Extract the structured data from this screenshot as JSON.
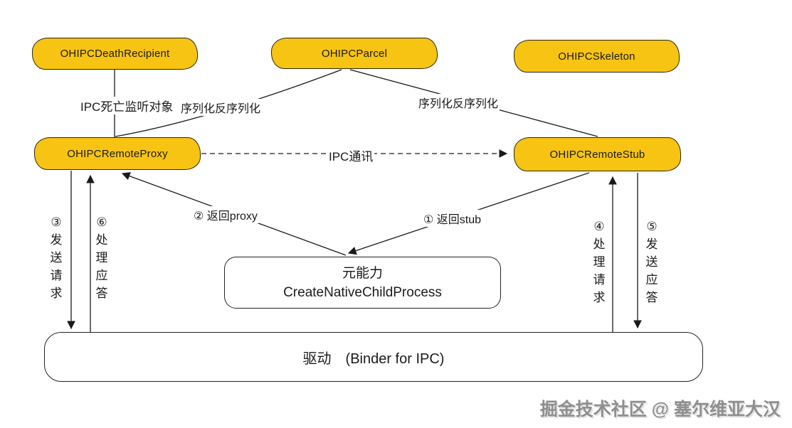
{
  "diagram": {
    "nodes": {
      "death_recipient": "OHIPCDeathRecipient",
      "parcel": "OHIPCParcel",
      "skeleton": "OHIPCSkeleton",
      "remote_proxy": "OHIPCRemoteProxy",
      "remote_stub": "OHIPCRemoteStub",
      "ability_title": "元能力",
      "ability_api": "CreateNativeChildProcess",
      "driver": "驱动　(Binder for IPC)"
    },
    "edge_labels": {
      "death_listen": "IPC死亡监听对象",
      "serialize_left": "序列化反序列化",
      "serialize_right": "序列化反序列化",
      "ipc_comm": "IPC通讯",
      "return_proxy": "② 返回proxy",
      "return_stub": "① 返回stub",
      "send_request": "③发送请求",
      "handle_response": "⑥处理应答",
      "handle_request": "④处理请求",
      "send_response": "⑤发送应答"
    },
    "colors": {
      "node_fill": "#F7C414",
      "node_border": "#2b2514",
      "line_color": "#1a1a1a",
      "watermark_color": "#8f8f8f"
    }
  },
  "watermark": {
    "text": "掘金技术社区 @ 塞尔维亚大汉"
  }
}
